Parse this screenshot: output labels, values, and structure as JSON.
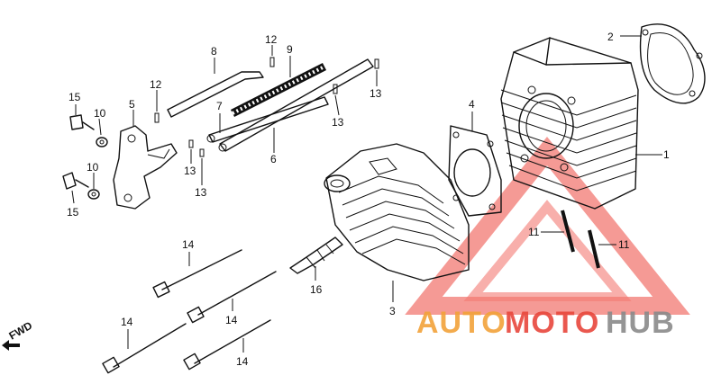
{
  "callouts": {
    "c1": "1",
    "c2": "2",
    "c3": "3",
    "c4": "4",
    "c5": "5",
    "c6": "6",
    "c7": "7",
    "c8": "8",
    "c9": "9",
    "c10a": "10",
    "c10b": "10",
    "c11a": "11",
    "c11b": "11",
    "c12a": "12",
    "c12b": "12",
    "c13a": "13",
    "c13b": "13",
    "c13c": "13",
    "c13d": "13",
    "c14a": "14",
    "c14b": "14",
    "c14c": "14",
    "c14d": "14",
    "c15a": "15",
    "c15b": "15",
    "c16": "16"
  },
  "fwd_label": "FWD",
  "watermark": {
    "part1": "AUTO",
    "part2": "MOTO",
    "part3": "HUB",
    "color_orange": "#f2a23a",
    "color_red": "#e8473c",
    "color_gray": "#8a8a8a"
  }
}
